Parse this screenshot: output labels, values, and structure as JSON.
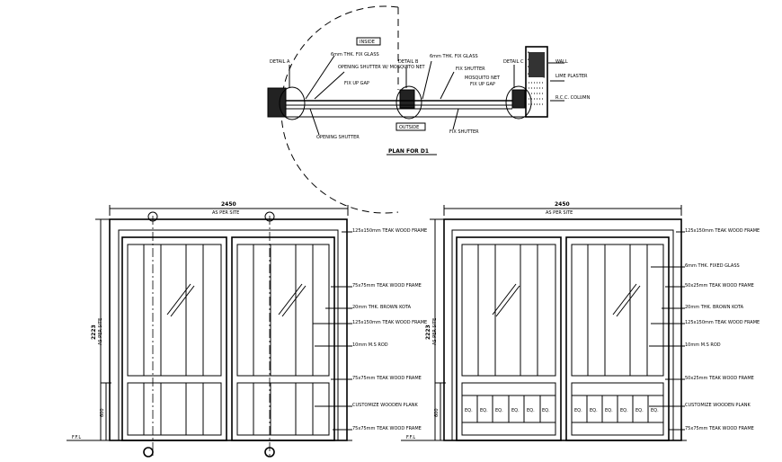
{
  "plan": {
    "title": "PLAN FOR D1",
    "inside": "INSIDE",
    "outside": "OUTSIDE",
    "detail_a": "DETAIL A",
    "detail_b": "DETAIL B",
    "detail_c": "DETAIL C",
    "note_fix_glass_1": "6mm THK. FIX GLASS",
    "note_opening_shutter": "OPENING SHUTTER W/ MOSQUITO NET",
    "note_fix_up_gap_1": "FIX UP GAP",
    "note_fix_glass_2": "6mm THK. FIX GLASS",
    "note_fix_shutter_1": "FIX SHUTTER",
    "note_mosquito_net": "MOSQUITO NET",
    "note_fix_up_gap_2": "FIX UP GAP",
    "note_wall": "WALL",
    "note_lime_plaster": "LIME PLASTER",
    "note_rcc_column": "R.C.C. COLUMN",
    "note_opening_shutter_bottom": "OPENING SHUTTER",
    "note_fix_shutter_bottom": "FIX SHUTTER"
  },
  "elev_left": {
    "width_dim": "2450",
    "as_per_site": "AS PER SITE",
    "height_dim": "2223",
    "height_note": "AS PER SITE",
    "sill_dim": "600",
    "ffl": "F.F.L",
    "notes": [
      "125x150mm TEAK WOOD FRAME",
      "75x75mm TEAK WOOD FRAME",
      "20mm THK. BROWN KOTA",
      "125x150mm TEAK WOOD FRAME",
      "10mm M.S ROD",
      "75x75mm TEAK WOOD FRAME",
      "CUSTOMIZE WOODEN PLANK",
      "75x75mm TEAK WOOD FRAME"
    ]
  },
  "elev_right": {
    "width_dim": "2450",
    "as_per_site": "AS PER SITE",
    "height_dim": "2223",
    "height_note": "AS PER SITE",
    "sill_dim": "600",
    "ffl": "F.F.L",
    "eq_label": "EQ.",
    "notes": [
      "125x150mm TEAK WOOD FRAME",
      "6mm THK. FIXED GLASS",
      "50x25mm TEAK WOOD FRAME",
      "20mm THK. BROWN KOTA",
      "125x150mm TEAK WOOD FRAME",
      "10mm M.S ROD",
      "50x25mm TEAK WOOD FRAME",
      "CUSTOMIZE WOODEN PLANK",
      "75x75mm TEAK WOOD FRAME"
    ]
  }
}
